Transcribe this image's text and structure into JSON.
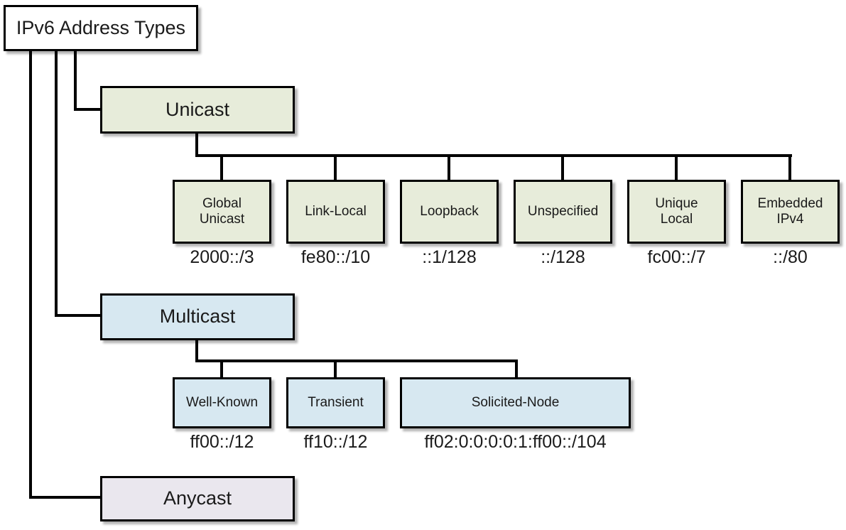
{
  "diagram": {
    "title": "IPv6 Address Types",
    "root": {
      "label": "IPv6 Address Types"
    },
    "colors": {
      "unicast_fill": "#e7ecda",
      "multicast_fill": "#d7e8f1",
      "anycast_fill": "#eae7ee",
      "root_fill": "#ffffff",
      "stroke": "#000000",
      "text": "#1a1a1a"
    },
    "branches": [
      {
        "key": "unicast",
        "label": "Unicast",
        "children": [
          {
            "label": "Global\nUnicast",
            "line1": "Global",
            "line2": "Unicast",
            "prefix": "2000::/3"
          },
          {
            "label": "Link-Local",
            "line1": "Link-Local",
            "line2": "",
            "prefix": "fe80::/10"
          },
          {
            "label": "Loopback",
            "line1": "Loopback",
            "line2": "",
            "prefix": "::1/128"
          },
          {
            "label": "Unspecified",
            "line1": "Unspecified",
            "line2": "",
            "prefix": "::/128"
          },
          {
            "label": "Unique\nLocal",
            "line1": "Unique",
            "line2": "Local",
            "prefix": "fc00::/7"
          },
          {
            "label": "Embedded\nIPv4",
            "line1": "Embedded",
            "line2": "IPv4",
            "prefix": "::/80"
          }
        ]
      },
      {
        "key": "multicast",
        "label": "Multicast",
        "children": [
          {
            "label": "Well-Known",
            "line1": "Well-Known",
            "line2": "",
            "prefix": "ff00::/12"
          },
          {
            "label": "Transient",
            "line1": "Transient",
            "line2": "",
            "prefix": "ff10::/12"
          },
          {
            "label": "Solicited-Node",
            "line1": "Solicited-Node",
            "line2": "",
            "prefix": "ff02:0:0:0:0:1:ff00::/104"
          }
        ]
      },
      {
        "key": "anycast",
        "label": "Anycast",
        "children": []
      }
    ]
  }
}
